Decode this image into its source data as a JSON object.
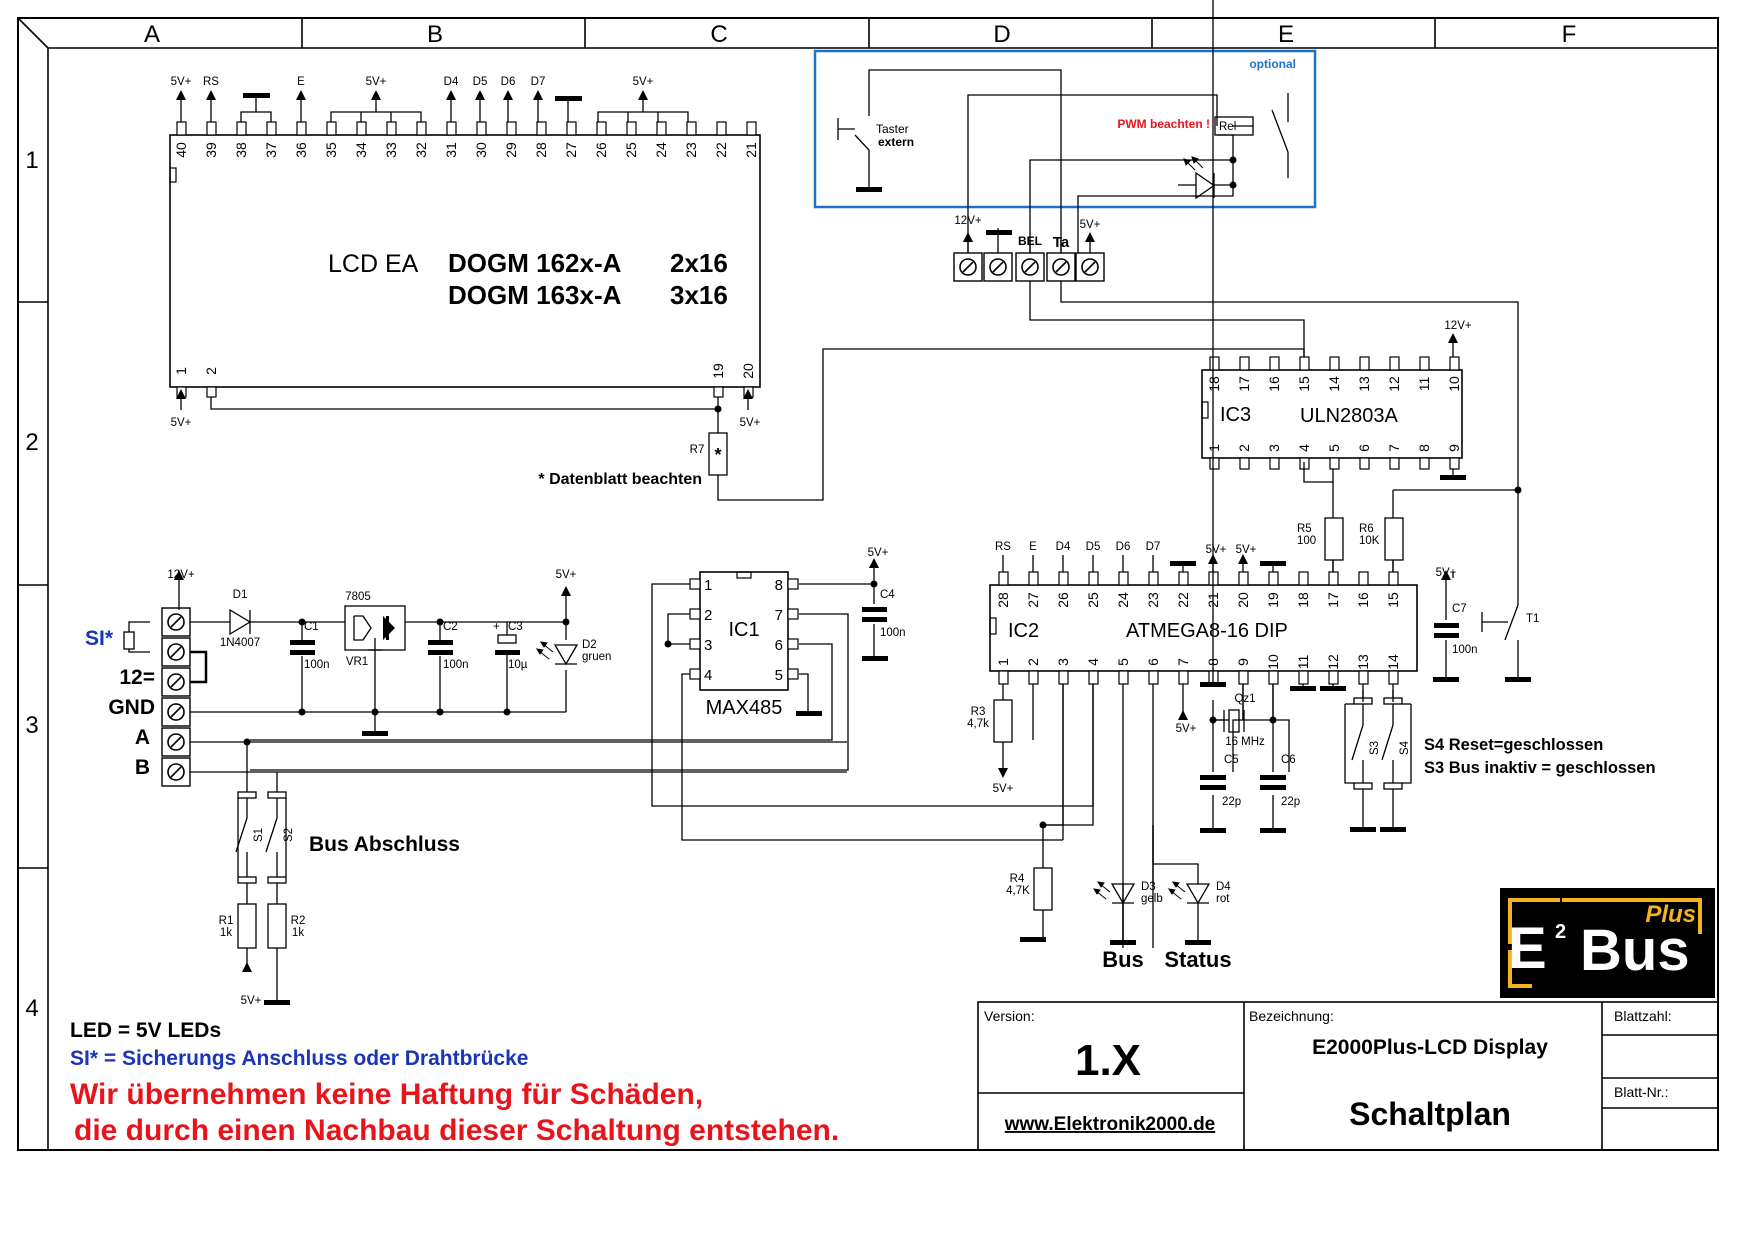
{
  "frame": {
    "columns": [
      "A",
      "B",
      "C",
      "D",
      "E",
      "F"
    ],
    "rows": [
      "1",
      "2",
      "3",
      "4"
    ]
  },
  "lcd": {
    "title_prefix": "LCD EA",
    "model1": "DOGM 162x-A",
    "model2": "DOGM 163x-A",
    "size1": "2x16",
    "size2": "3x16",
    "top_pins": [
      "40",
      "39",
      "38",
      "37",
      "36",
      "35",
      "34",
      "33",
      "32",
      "31",
      "30",
      "29",
      "28",
      "27",
      "26",
      "25",
      "24",
      "23",
      "22",
      "21"
    ],
    "top_labels": [
      "5V+",
      "RS",
      "E",
      "5V+",
      "D4",
      "D5",
      "D6",
      "D7",
      "5V+"
    ],
    "bottom_pins": [
      "1",
      "2",
      "19",
      "20"
    ],
    "bottom_supplies": [
      "5V+",
      "5V+"
    ],
    "r7": "R7",
    "r7_mark": "*",
    "datasheet_note": "* Datenblatt beachten"
  },
  "optional_box": {
    "title": "optional",
    "taster_line1": "Taster",
    "taster_line2": "extern",
    "pwm_note": "PWM beachten !",
    "relay": "Rel"
  },
  "connector_top": {
    "labels": [
      "12V+",
      "BEL",
      "Ta",
      "5V+"
    ]
  },
  "ic3": {
    "name": "IC3",
    "part": "ULN2803A",
    "top_pins": [
      "18",
      "17",
      "16",
      "15",
      "14",
      "13",
      "12",
      "11",
      "10"
    ],
    "bottom_pins": [
      "1",
      "2",
      "3",
      "4",
      "5",
      "6",
      "7",
      "8",
      "9"
    ],
    "supply": "12V+"
  },
  "ic2": {
    "name": "IC2",
    "part": "ATMEGA8-16 DIP",
    "top_pins": [
      "28",
      "27",
      "26",
      "25",
      "24",
      "23",
      "22",
      "21",
      "20",
      "19",
      "18",
      "17",
      "16",
      "15"
    ],
    "bottom_pins": [
      "1",
      "2",
      "3",
      "4",
      "5",
      "6",
      "7",
      "8",
      "9",
      "10",
      "11",
      "12",
      "13",
      "14"
    ],
    "top_labels": [
      "RS",
      "E",
      "D4",
      "D5",
      "D6",
      "D7",
      "5V+",
      "5V+"
    ]
  },
  "ic1": {
    "name": "IC1",
    "part": "MAX485",
    "pins": [
      "1",
      "2",
      "3",
      "4",
      "8",
      "7",
      "6",
      "5"
    ],
    "supply": "5V+"
  },
  "power": {
    "input": "12V+",
    "d1": "D1",
    "d1_part": "1N4007",
    "regulator": "7805",
    "vr1": "VR1",
    "c1": "C1",
    "c1_val": "100n",
    "c2": "C2",
    "c2_val": "100n",
    "c3": "C3",
    "c3_val": "10µ",
    "c3_polarity": "+",
    "c4": "C4",
    "c4_val": "100n",
    "d2": "D2",
    "d2_color": "gruen",
    "d2_supply": "5V+"
  },
  "terminal_left": {
    "si": "SI*",
    "labels": [
      "12=",
      "GND",
      "A",
      "B"
    ]
  },
  "bus_termination": {
    "s1": "S1",
    "s2": "S2",
    "title": "Bus Abschluss",
    "r1": "R1",
    "r1_val": "1k",
    "r2": "R2",
    "r2_val": "1k",
    "supply": "5V+"
  },
  "resistors": {
    "r3": "R3",
    "r3_val": "4,7k",
    "r3_supply": "5V+",
    "r4": "R4",
    "r4_val": "4,7K",
    "r5": "R5",
    "r5_val": "100",
    "r6": "R6",
    "r6_val": "10K"
  },
  "clock": {
    "qz1": "Qz1",
    "freq": "16 MHz",
    "c5": "C5",
    "c5_val": "22p",
    "c6": "C6",
    "c6_val": "22p",
    "pin7_supply": "5V+"
  },
  "c7": {
    "label": "C7",
    "val": "100n",
    "supply": "5V+"
  },
  "t1": "T1",
  "switches": {
    "s3": "S3",
    "s4": "S4",
    "note1": "S4 Reset=geschlossen",
    "note2": "S3 Bus inaktiv = geschlossen"
  },
  "leds": {
    "d3": "D3",
    "d3_color": "gelb",
    "d4": "D4",
    "d4_color": "rot",
    "bus": "Bus",
    "status": "Status"
  },
  "logo": {
    "e": "E",
    "sup": "2",
    "bus": "Bus",
    "plus": "Plus"
  },
  "notes": {
    "led": "LED = 5V LEDs",
    "si": "SI* = Sicherungs Anschluss oder Drahtbrücke",
    "disclaimer1": "Wir übernehmen keine Haftung für Schäden,",
    "disclaimer2": "die durch einen Nachbau dieser Schaltung entstehen."
  },
  "titleblock": {
    "version_label": "Version:",
    "version": "1.X",
    "website": "www.Elektronik2000.de",
    "designation_label": "Bezeichnung:",
    "designation": "E2000Plus-LCD Display",
    "doc_type": "Schaltplan",
    "sheet_count_label": "Blattzahl:",
    "sheet_no_label": "Blatt-Nr.:"
  },
  "colors": {
    "ink": "#000000",
    "blue": "#1e73c8",
    "si_blue": "#1a35b8",
    "red": "#e8141b",
    "logo_gold": "#f3b41e"
  }
}
